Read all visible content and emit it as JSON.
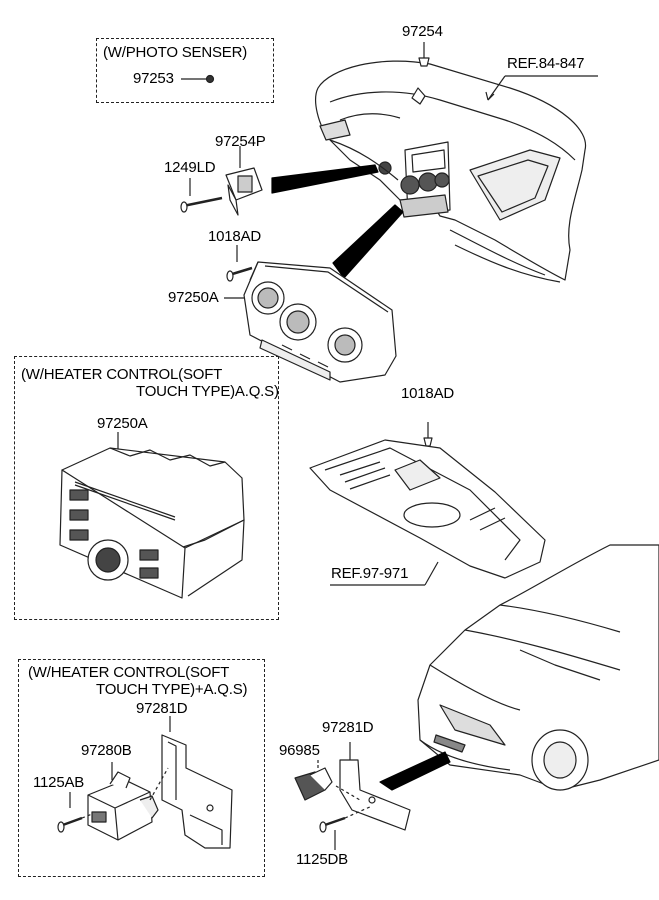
{
  "colors": {
    "ink": "#000000",
    "line": "#222222",
    "fill": "#ffffff",
    "shade": "#d8d8d8"
  },
  "option_boxes": {
    "photo_sensor": "(W/PHOTO SENSER)",
    "heater_control_1_line1": "(W/HEATER CONTROL(SOFT",
    "heater_control_1_line2": "TOUCH TYPE)A.Q.S)",
    "heater_control_2_line1": "(W/HEATER CONTROL(SOFT",
    "heater_control_2_line2": "TOUCH TYPE)+A.Q.S)"
  },
  "parts": {
    "p97254": "97254",
    "ref_84_847": "REF.84-847",
    "p97253": "97253",
    "p97254P": "97254P",
    "p1249LD": "1249LD",
    "p1018AD_a": "1018AD",
    "p97250A_a": "97250A",
    "p97250A_b": "97250A",
    "p1018AD_b": "1018AD",
    "ref_97_971": "REF.97-971",
    "p97281D_a": "97281D",
    "p97280B": "97280B",
    "p1125AB": "1125AB",
    "p97281D_b": "97281D",
    "p96985": "96985",
    "p1125DB": "1125DB"
  }
}
